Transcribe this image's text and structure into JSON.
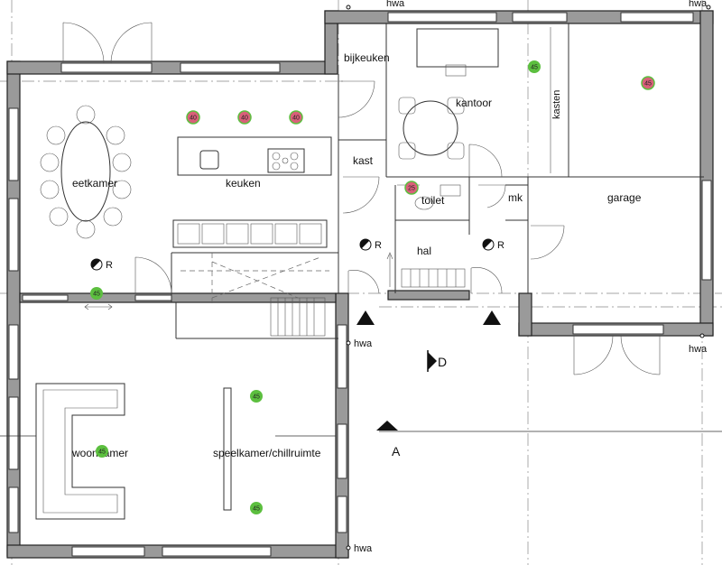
{
  "rooms": {
    "bijkeuken": "bijkeuken",
    "kantoor": "kantoor",
    "kasten": "kasten",
    "kast": "kast",
    "eetkamer": "eetkamer",
    "keuken": "keuken",
    "toilet": "toilet",
    "mk": "mk",
    "garage": "garage",
    "hal": "hal",
    "woonkamer": "woonkamer",
    "speelkamer": "speelkamer/chillruimte"
  },
  "labels": {
    "hwa": "hwa",
    "radiator": "R",
    "section_a": "A",
    "section_d": "D"
  },
  "badges": {
    "green_45": "45",
    "red_40": "40",
    "red_45": "45",
    "red_25": "25"
  },
  "colors": {
    "badge_green": "#5cbf3f",
    "badge_red": "#d9607a",
    "wall_fill": "#9a9a9a"
  }
}
